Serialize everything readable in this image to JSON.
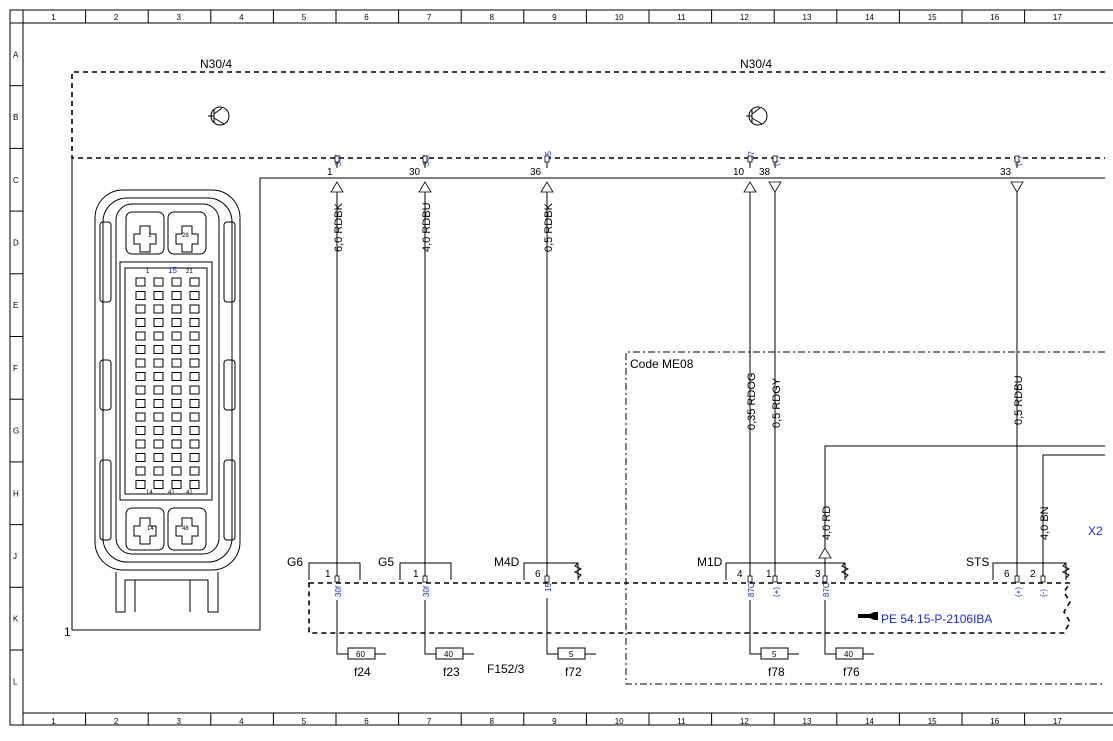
{
  "grid": {
    "columns": [
      "1",
      "2",
      "3",
      "4",
      "5",
      "6",
      "7",
      "8",
      "9",
      "10",
      "11",
      "12",
      "13",
      "14",
      "15",
      "16",
      "17"
    ],
    "rows": [
      "A",
      "B",
      "C",
      "D",
      "E",
      "F",
      "G",
      "H",
      "J",
      "K",
      "L"
    ]
  },
  "modules": {
    "n30_left": "N30/4",
    "n30_right": "N30/4",
    "code_box": "Code ME08",
    "fuse_box": "F152/3",
    "connector_marker": "1",
    "reference": "PE 54.15-P-2106IBA",
    "cut_label": "X2"
  },
  "ecu_pins": [
    {
      "pin": "1",
      "signal": "30f",
      "wire": "6,0 RDBK"
    },
    {
      "pin": "30",
      "signal": "30f",
      "wire": "4,0 RDBU"
    },
    {
      "pin": "36",
      "signal": "15",
      "wire": "0,5 RDBK"
    },
    {
      "pin": "10",
      "signal": "87",
      "wire": "0,35 RDOG"
    },
    {
      "pin": "38",
      "signal": "(+)",
      "wire": "0,5 RDGY"
    },
    {
      "pin": "33",
      "signal": "(+)",
      "wire": "0,5 RDBU"
    }
  ],
  "relay_labels": [
    {
      "name": "G6",
      "pin": "1",
      "signal": "30f"
    },
    {
      "name": "G5",
      "pin": "1",
      "signal": "30f"
    },
    {
      "name": "M4D",
      "pin": "6",
      "signal": "15"
    },
    {
      "name": "M1D",
      "pins": [
        "4",
        "1",
        "3"
      ],
      "signals": [
        "87C",
        "(+)",
        "87C"
      ]
    },
    {
      "name": "STS",
      "pins": [
        "6",
        "2"
      ],
      "signals": [
        "(+)",
        "(-)"
      ]
    }
  ],
  "extra_wires": [
    {
      "wire": "4,0 RD"
    },
    {
      "wire": "4,0 BN"
    }
  ],
  "fuses": [
    {
      "name": "f24",
      "rating": "60"
    },
    {
      "name": "f23",
      "rating": "40"
    },
    {
      "name": "f72",
      "rating": "5"
    },
    {
      "name": "f78",
      "rating": "5"
    },
    {
      "name": "f76",
      "rating": "40"
    }
  ],
  "connector_pins": [
    "1",
    "3",
    "2",
    "1",
    "1",
    "15",
    "21",
    "14",
    "15",
    "28",
    "41",
    "14",
    "48"
  ]
}
